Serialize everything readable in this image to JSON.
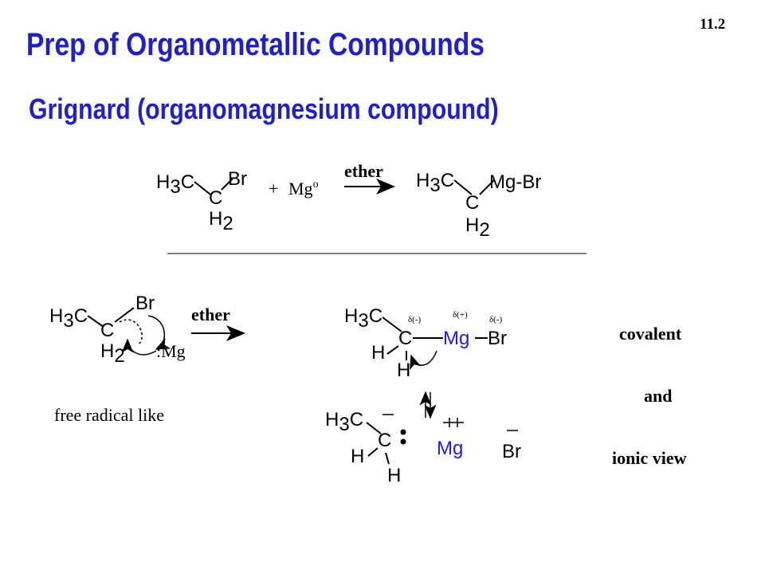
{
  "slide_number": "11.2",
  "title": "Prep of Organometallic Compounds",
  "subtitle": "Grignard (organomagnesium compound)",
  "reaction1": {
    "reactant_h3c": "H",
    "reactant_br": "Br",
    "plus": "+",
    "mg_zero": "Mg",
    "mg_sup": "o",
    "arrow_label": "ether",
    "product_mgbr": "Mg-Br"
  },
  "mechanism": {
    "arrow_label": "ether",
    "mg_attack": ":Mg",
    "caption": "free radical like",
    "delta_neg": "δ(-)",
    "delta_pos": "δ(+)"
  },
  "side_labels": {
    "covalent": "covalent",
    "and": "and",
    "ionic_view": "ionic view"
  },
  "colors": {
    "title_blue": "#1f1fd0",
    "mg_blue": "#1a1aff"
  }
}
